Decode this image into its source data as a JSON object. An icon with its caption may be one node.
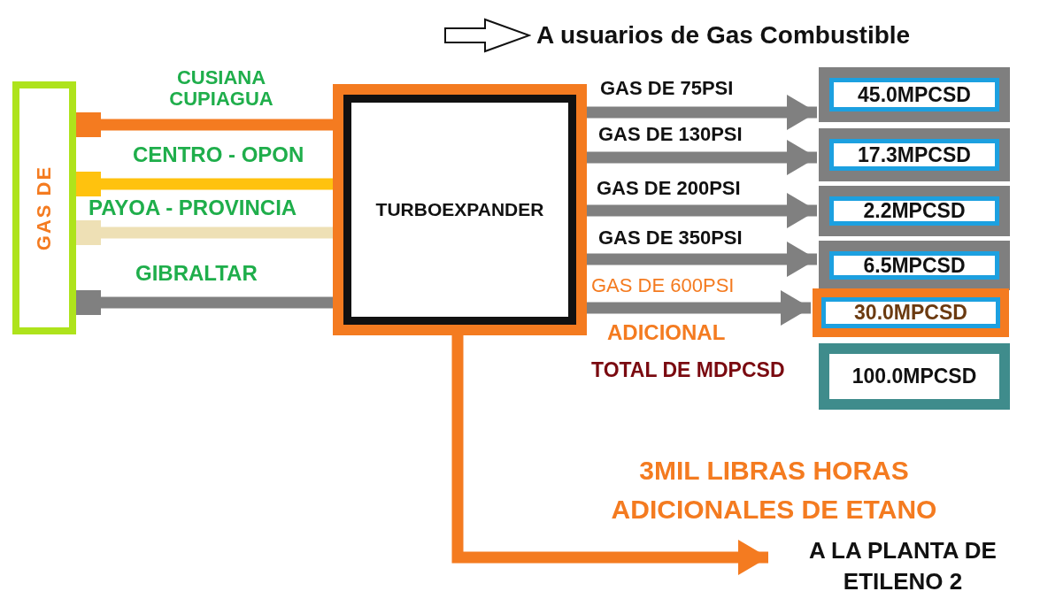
{
  "diagram": {
    "nodes": [
      {
        "text": [
          "GAS DE"
        ]
      },
      {
        "text": [
          "TURBOEXPANDER"
        ]
      },
      {
        "text": [
          "45.0MPCSD"
        ]
      },
      {
        "text": [
          "17.3MPCSD"
        ]
      },
      {
        "text": [
          "2.2MPCSD"
        ]
      },
      {
        "text": [
          "6.5MPCSD"
        ]
      },
      {
        "text": [
          "30.0MPCSD"
        ]
      },
      {
        "text": [
          "100.0MPCSD"
        ]
      },
      {
        "text": [
          "A LA PLANTA DE ETILENO 2"
        ]
      }
    ],
    "edges": [
      {
        "from": 0,
        "to": 1,
        "arrow": "other",
        "label": "CUSIANA CUPIAGUA",
        "color": "#f47b20"
      },
      {
        "from": 0,
        "to": 1,
        "arrow": "other",
        "label": "CENTRO - OPON",
        "color": "#ffc20e"
      },
      {
        "from": 0,
        "to": 1,
        "arrow": "other",
        "label": "PAYOA - PROVINCIA",
        "color": "#eee0b5"
      },
      {
        "from": 0,
        "to": 1,
        "arrow": "other",
        "label": "GIBRALTAR"
      },
      {
        "from": 1,
        "to": 2,
        "arrow": "to",
        "label": "GAS DE 75PSI"
      },
      {
        "from": 1,
        "to": 3,
        "arrow": "to",
        "label": "GAS DE 130PSI"
      },
      {
        "from": 1,
        "to": 4,
        "arrow": "to",
        "label": "GAS DE 200PSI"
      },
      {
        "from": 1,
        "to": 5,
        "arrow": "to",
        "label": "GAS DE 350PSI"
      },
      {
        "from": 1,
        "to": 6,
        "arrow": "to",
        "label": "GAS DE 600PSI"
      },
      {
        "from": 1,
        "to": 8,
        "arrow": "to",
        "label": "3MIL LIBRAS HORAS ADICIONALES DE ETANO",
        "color": "#f47b20"
      }
    ],
    "labels": [
      "ADICIONAL",
      "TOTAL DE MDPCSD"
    ],
    "legend": [
      {
        "text": "A usuarios de Gas Combustible"
      }
    ]
  }
}
